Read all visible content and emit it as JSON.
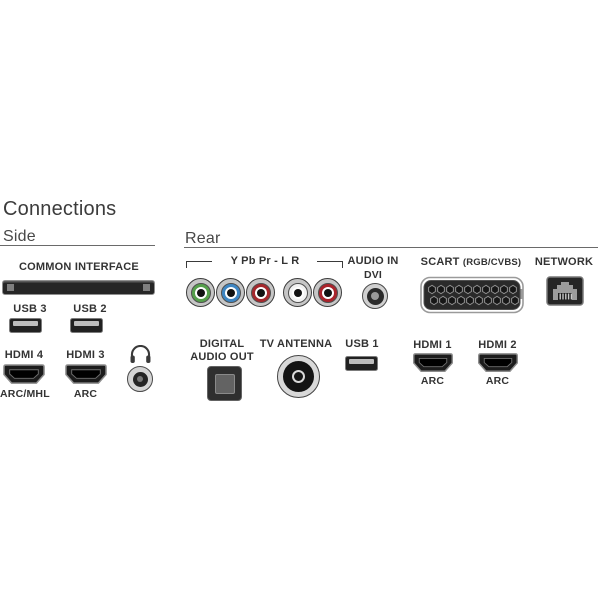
{
  "title": "Connections",
  "side": {
    "heading": "Side",
    "common_interface": {
      "label": "COMMON INTERFACE"
    },
    "usb3": {
      "label": "USB 3"
    },
    "usb2": {
      "label": "USB 2"
    },
    "hdmi4": {
      "label": "HDMI 4",
      "sublabel": "ARC/MHL"
    },
    "hdmi3": {
      "label": "HDMI 3",
      "sublabel": "ARC"
    }
  },
  "rear": {
    "heading": "Rear",
    "component_group": {
      "label": "Y Pb Pr - L R"
    },
    "audio_in": {
      "label": "AUDIO IN",
      "sublabel": "DVI"
    },
    "scart": {
      "label": "SCART",
      "spec": "(RGB/CVBS)"
    },
    "network": {
      "label": "NETWORK"
    },
    "digital_audio_out": {
      "line1": "DIGITAL",
      "line2": "AUDIO OUT"
    },
    "tv_antenna": {
      "label": "TV ANTENNA"
    },
    "usb1": {
      "label": "USB 1"
    },
    "hdmi1": {
      "label": "HDMI 1",
      "sublabel": "ARC"
    },
    "hdmi2": {
      "label": "HDMI 2",
      "sublabel": "ARC"
    }
  },
  "icons": {
    "headphones": "headphones-icon",
    "ci_slot": "common-interface-slot-icon",
    "usb": "usb-port-icon",
    "hdmi": "hdmi-port-icon",
    "rca": "rca-port-icon",
    "minijack": "minijack-port-icon",
    "scart": "scart-port-icon",
    "rj45": "ethernet-port-icon",
    "toslink": "optical-audio-port-icon",
    "coax": "antenna-coax-port-icon"
  },
  "colors": {
    "component_y": "#55a04b",
    "component_pb": "#3e86c3",
    "component_pr": "#a5282d",
    "audio_l": "#f2f2f2",
    "audio_r": "#aa232b",
    "text": "#3a3a3a"
  }
}
